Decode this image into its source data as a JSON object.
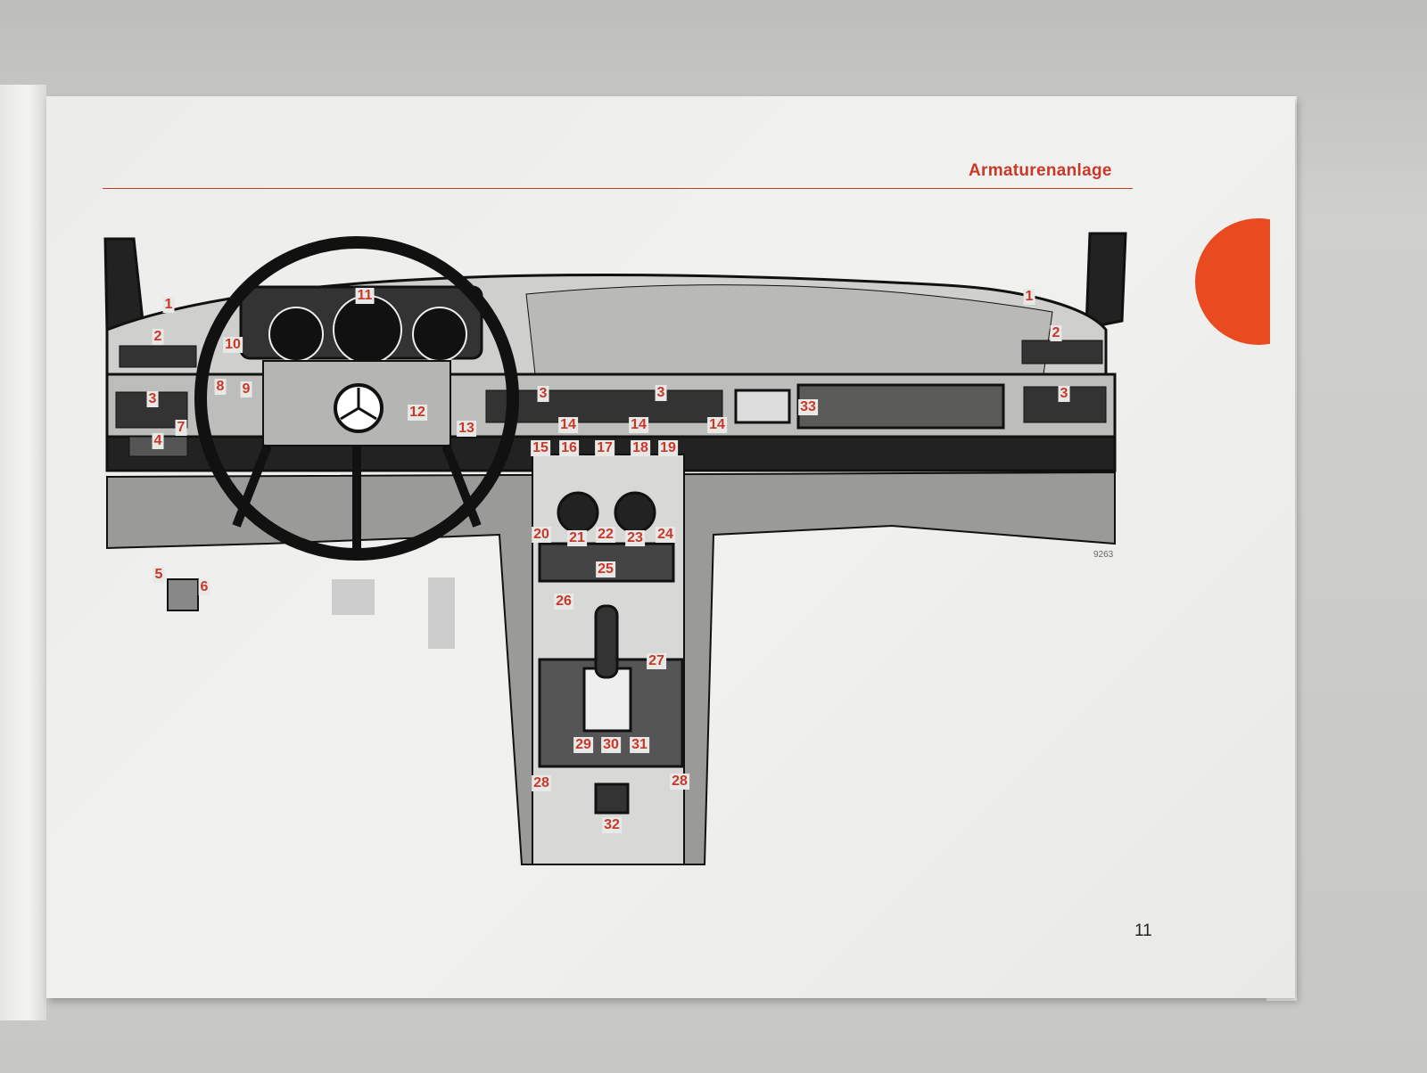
{
  "header": {
    "title": "Armaturenanlage"
  },
  "page_number": "11",
  "figure_number": "9263",
  "callouts": [
    "1",
    "1",
    "2",
    "2",
    "3",
    "3",
    "3",
    "3",
    "4",
    "5",
    "6",
    "7",
    "8",
    "9",
    "10",
    "11",
    "12",
    "13",
    "14",
    "14",
    "14",
    "15",
    "16",
    "17",
    "18",
    "19",
    "20",
    "21",
    "22",
    "23",
    "24",
    "25",
    "26",
    "27",
    "28",
    "28",
    "29",
    "30",
    "31",
    "32",
    "33"
  ],
  "colors": {
    "accent": "#c8392a",
    "tab": "#ea4a1f"
  }
}
